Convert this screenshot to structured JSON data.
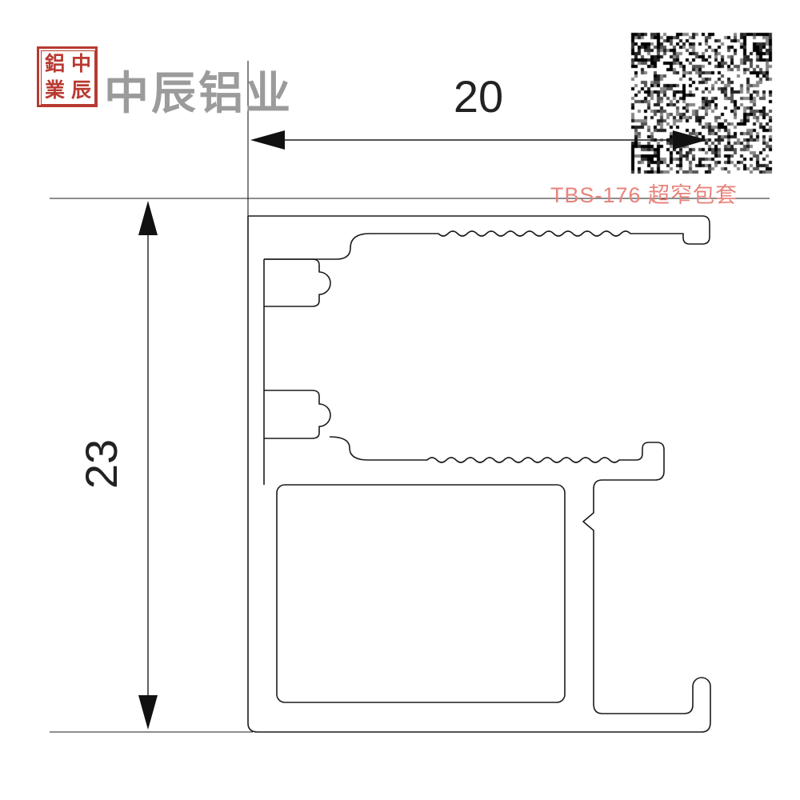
{
  "brand": {
    "seal_chars": [
      "鋁",
      "中",
      "業",
      "辰"
    ],
    "company_name": "中辰铝业"
  },
  "product": {
    "model_label": "TBS-176  超窄包套"
  },
  "dimensions": {
    "width": "20",
    "height": "23"
  },
  "colors": {
    "seal_red": "#b93a32",
    "company_gray": "#9b9b9b",
    "model_red": "#e8837c",
    "line_black": "#1c1c1c"
  }
}
